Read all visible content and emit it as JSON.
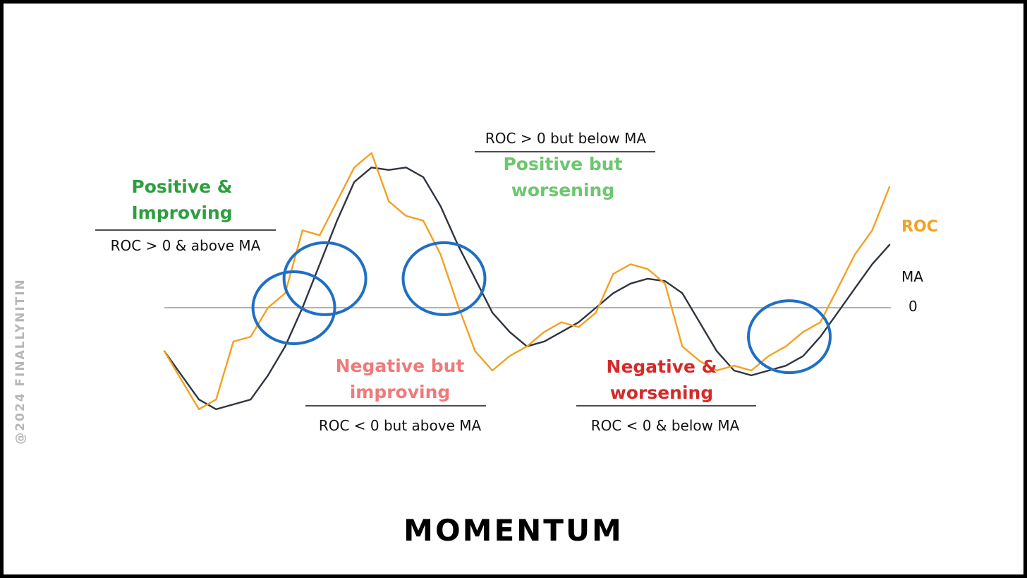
{
  "title": "MOMENTUM",
  "watermark": "@2024 FINALLYNITIN",
  "colors": {
    "roc": "#f5a021",
    "ma": "#2e3440",
    "zero_line": "#9a9a9a",
    "circle": "#1f6fc5",
    "positive_improving": "#2e9e3e",
    "positive_worsening": "#6cc76e",
    "negative_improving": "#f07a7a",
    "negative_worsening": "#d42a2a"
  },
  "chart_data": {
    "type": "line",
    "x": [
      0,
      1,
      2,
      3,
      4,
      5,
      6,
      7,
      8,
      9,
      10,
      11,
      12,
      13,
      14,
      15,
      16,
      17,
      18,
      19,
      20,
      21,
      22,
      23,
      24,
      25,
      26,
      27,
      28,
      29,
      30,
      31,
      32,
      33,
      34,
      35,
      36,
      37,
      38,
      39,
      40,
      41,
      42
    ],
    "series": [
      {
        "name": "ROC",
        "label": "ROC",
        "color": "#f5a021",
        "values": [
          -0.9,
          -1.5,
          -2.1,
          -1.9,
          -0.7,
          -0.6,
          0.0,
          0.3,
          1.6,
          1.5,
          2.2,
          2.9,
          3.2,
          2.2,
          1.9,
          1.8,
          1.1,
          0.05,
          -0.9,
          -1.3,
          -1.0,
          -0.8,
          -0.5,
          -0.3,
          -0.4,
          -0.1,
          0.7,
          0.9,
          0.8,
          0.5,
          -0.8,
          -1.1,
          -1.3,
          -1.2,
          -1.3,
          -1.0,
          -0.8,
          -0.5,
          -0.3,
          0.4,
          1.1,
          1.6,
          2.5
        ]
      },
      {
        "name": "MA",
        "label": "MA",
        "color": "#2e3440",
        "values": [
          -0.9,
          -1.4,
          -1.9,
          -2.1,
          -2.0,
          -1.9,
          -1.4,
          -0.8,
          0.0,
          0.9,
          1.8,
          2.6,
          2.9,
          2.85,
          2.9,
          2.7,
          2.1,
          1.3,
          0.6,
          -0.1,
          -0.5,
          -0.8,
          -0.7,
          -0.5,
          -0.3,
          0.0,
          0.3,
          0.5,
          0.6,
          0.55,
          0.3,
          -0.3,
          -0.9,
          -1.3,
          -1.4,
          -1.3,
          -1.2,
          -1.0,
          -0.6,
          -0.1,
          0.4,
          0.9,
          1.3
        ]
      }
    ],
    "baseline": {
      "label": "0",
      "value": 0
    },
    "ylim": [
      -2.5,
      3.5
    ],
    "grid": false,
    "annotations": {
      "positive_improving": {
        "title_lines": [
          "Positive &",
          "Improving"
        ],
        "condition": "ROC > 0 & above MA"
      },
      "positive_worsening": {
        "title_lines": [
          "Positive but",
          "worsening"
        ],
        "condition": "ROC > 0 but below MA"
      },
      "negative_improving": {
        "title_lines": [
          "Negative but",
          "improving"
        ],
        "condition": "ROC < 0 but above MA"
      },
      "negative_worsening": {
        "title_lines": [
          "Negative &",
          "worsening"
        ],
        "condition": "ROC < 0 & below MA"
      }
    },
    "crossover_markers": [
      {
        "x": 7.5,
        "y": 0.0
      },
      {
        "x": 9.3,
        "y": 0.6
      },
      {
        "x": 16.2,
        "y": 0.6
      },
      {
        "x": 36.2,
        "y": -0.6
      }
    ]
  }
}
